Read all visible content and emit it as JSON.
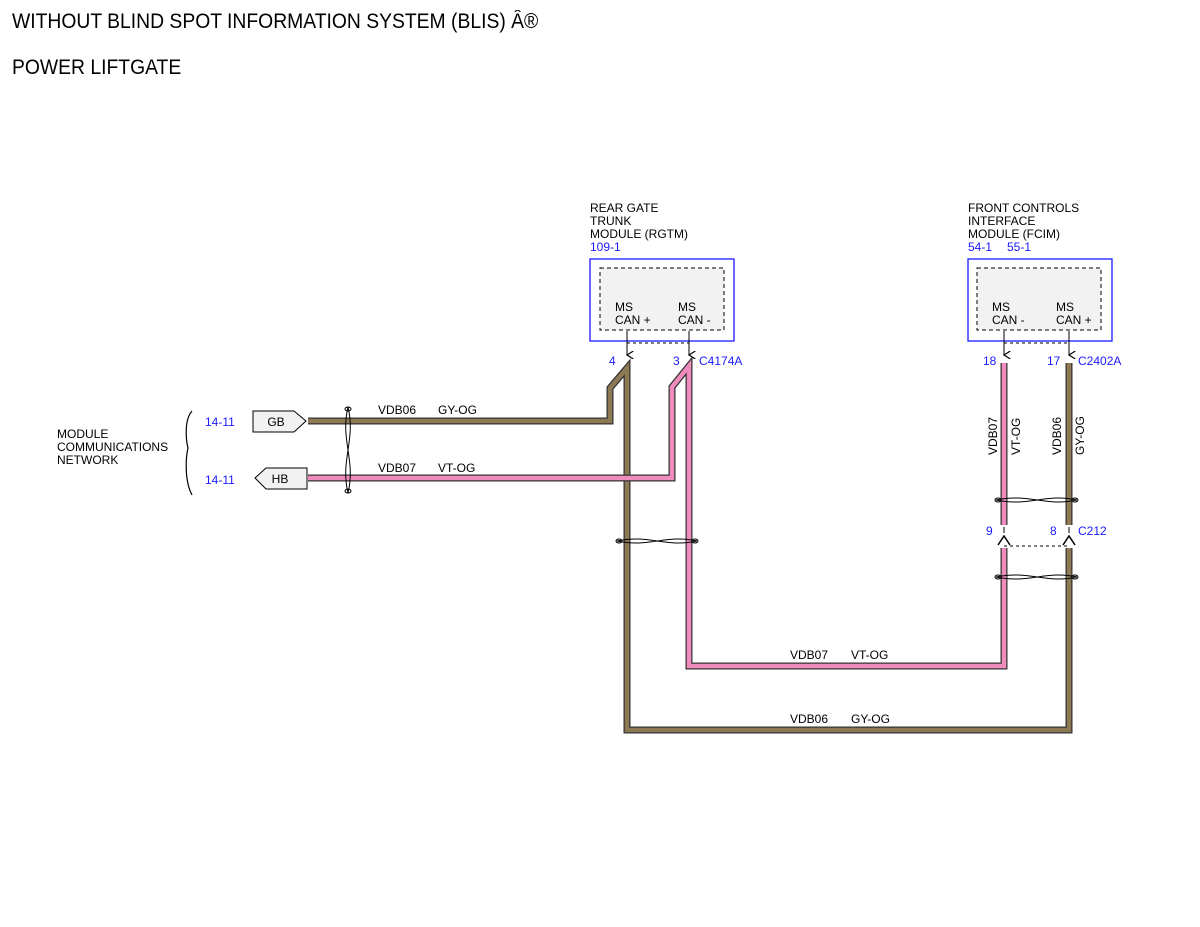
{
  "page": {
    "title": "WITHOUT BLIND SPOT INFORMATION SYSTEM (BLIS) Â®",
    "subtitle": "POWER LIFTGATE"
  },
  "colors": {
    "module_border": "#1a1aff",
    "gy_og_wire": "#8d7a55",
    "vt_og_wire": "#f08bbd",
    "ref_text": "#1a1aff"
  },
  "network": {
    "label_lines": [
      "MODULE",
      "COMMUNICATIONS",
      "NETWORK"
    ],
    "refs": [
      "14-11",
      "14-11"
    ],
    "connectors": [
      "GB",
      "HB"
    ]
  },
  "rgtm": {
    "name_lines": [
      "REAR GATE",
      "TRUNK",
      "MODULE (RGTM)"
    ],
    "ref": "109-1",
    "pins": [
      {
        "label1": "MS",
        "label2": "CAN +",
        "pin": "4"
      },
      {
        "label1": "MS",
        "label2": "CAN -",
        "pin": "3"
      }
    ],
    "connector": "C4174A"
  },
  "fcim": {
    "name_lines": [
      "FRONT CONTROLS",
      "INTERFACE",
      "MODULE (FCIM)"
    ],
    "refs": [
      "54-1",
      "55-1"
    ],
    "pins": [
      {
        "label1": "MS",
        "label2": "CAN -",
        "pin": "18"
      },
      {
        "label1": "MS",
        "label2": "CAN +",
        "pin": "17"
      }
    ],
    "connector": "C2402A"
  },
  "inline_connector": {
    "name": "C212",
    "pins": [
      "9",
      "8"
    ]
  },
  "wires": {
    "gb": {
      "circuit": "VDB06",
      "color": "GY-OG"
    },
    "hb": {
      "circuit": "VDB07",
      "color": "VT-OG"
    },
    "bottom_vt": {
      "circuit": "VDB07",
      "color": "VT-OG"
    },
    "bottom_gy": {
      "circuit": "VDB06",
      "color": "GY-OG"
    },
    "fcim_left": {
      "circuit": "VDB07",
      "color": "VT-OG"
    },
    "fcim_right": {
      "circuit": "VDB06",
      "color": "GY-OG"
    }
  }
}
